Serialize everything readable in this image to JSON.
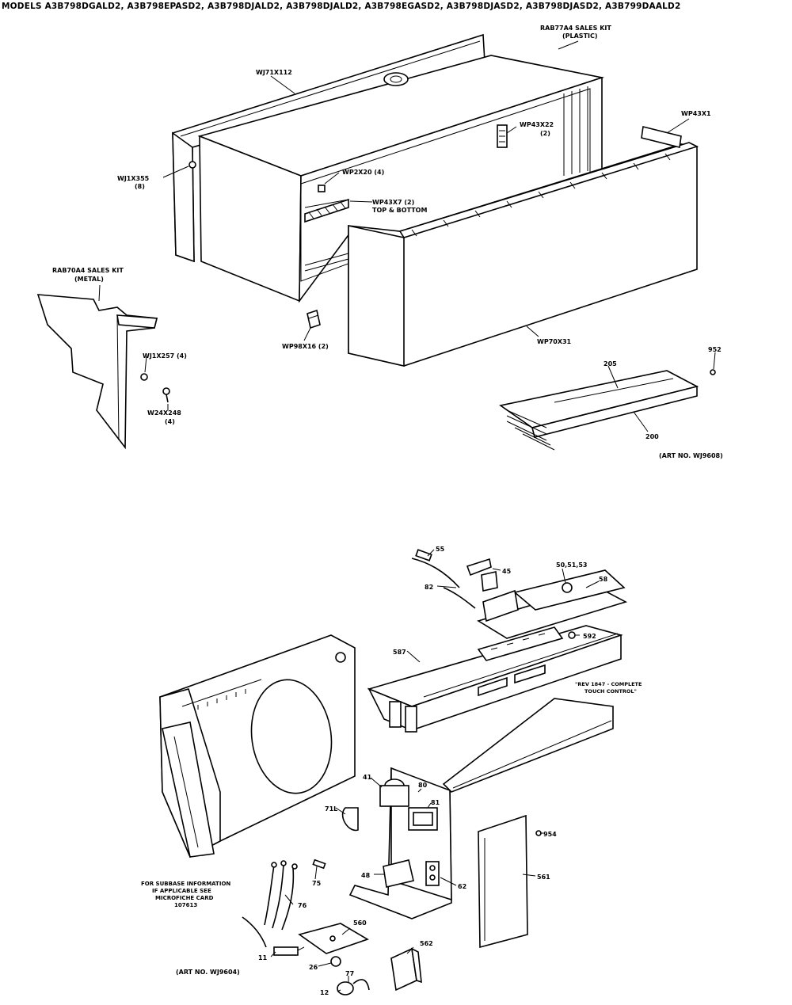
{
  "header": {
    "models": "MODELS A3B798DGALD2, A3B798EPASD2, A3B798DJALD2, A3B798DJALD2, A3B798EGASD2, A3B798DJASD2, A3B798DJASD2, A3B799DAALD2"
  },
  "top_assembly": {
    "labels": {
      "rab77a4_1": "RAB77A4 SALES KIT",
      "rab77a4_2": "(PLASTIC)",
      "wj71x112": "WJ71X112",
      "wp43x1": "WP43X1",
      "wp43x22_1": "WP43X22",
      "wp43x22_2": "(2)",
      "wj1x355_1": "WJ1X355",
      "wj1x355_2": "(8)",
      "wp2x20": "WP2X20 (4)",
      "wp43x7_1": "WP43X7 (2)",
      "wp43x7_2": "TOP & BOTTOM",
      "rab70a4_1": "RAB70A4 SALES KIT",
      "rab70a4_2": "(METAL)",
      "wj1x257": "WJ1X257 (4)",
      "wp98x16": "WP98X16 (2)",
      "wp70x31": "WP70X31",
      "w24x248_1": "W24X248",
      "w24x248_2": "(4)",
      "n952": "952",
      "n205": "205",
      "n200": "200",
      "art_top": "(ART NO. WJ9608)"
    }
  },
  "bottom_assembly": {
    "labels": {
      "n55": "55",
      "n45": "45",
      "n82": "82",
      "n50_55": "50,51,53",
      "n58": "58",
      "n592": "592",
      "n587": "587",
      "note_1": "\"REV 1847 - COMPLETE",
      "note_2": "TOUCH CONTROL\"",
      "n41": "41",
      "n71l": "71L",
      "n81": "81",
      "n80": "80",
      "n954": "954",
      "n48": "48",
      "n62": "62",
      "n561": "561",
      "n75": "75",
      "n76": "76",
      "subbase_1": "FOR SUBBASE INFORMATION",
      "subbase_2": "IF APPLICABLE SEE",
      "subbase_3": "MICROFICHE CARD",
      "subbase_4": "107613",
      "n11": "11",
      "n560": "560",
      "n26": "26",
      "n77": "77",
      "n12": "12",
      "n562": "562",
      "art_bottom": "(ART NO. WJ9604)"
    }
  }
}
